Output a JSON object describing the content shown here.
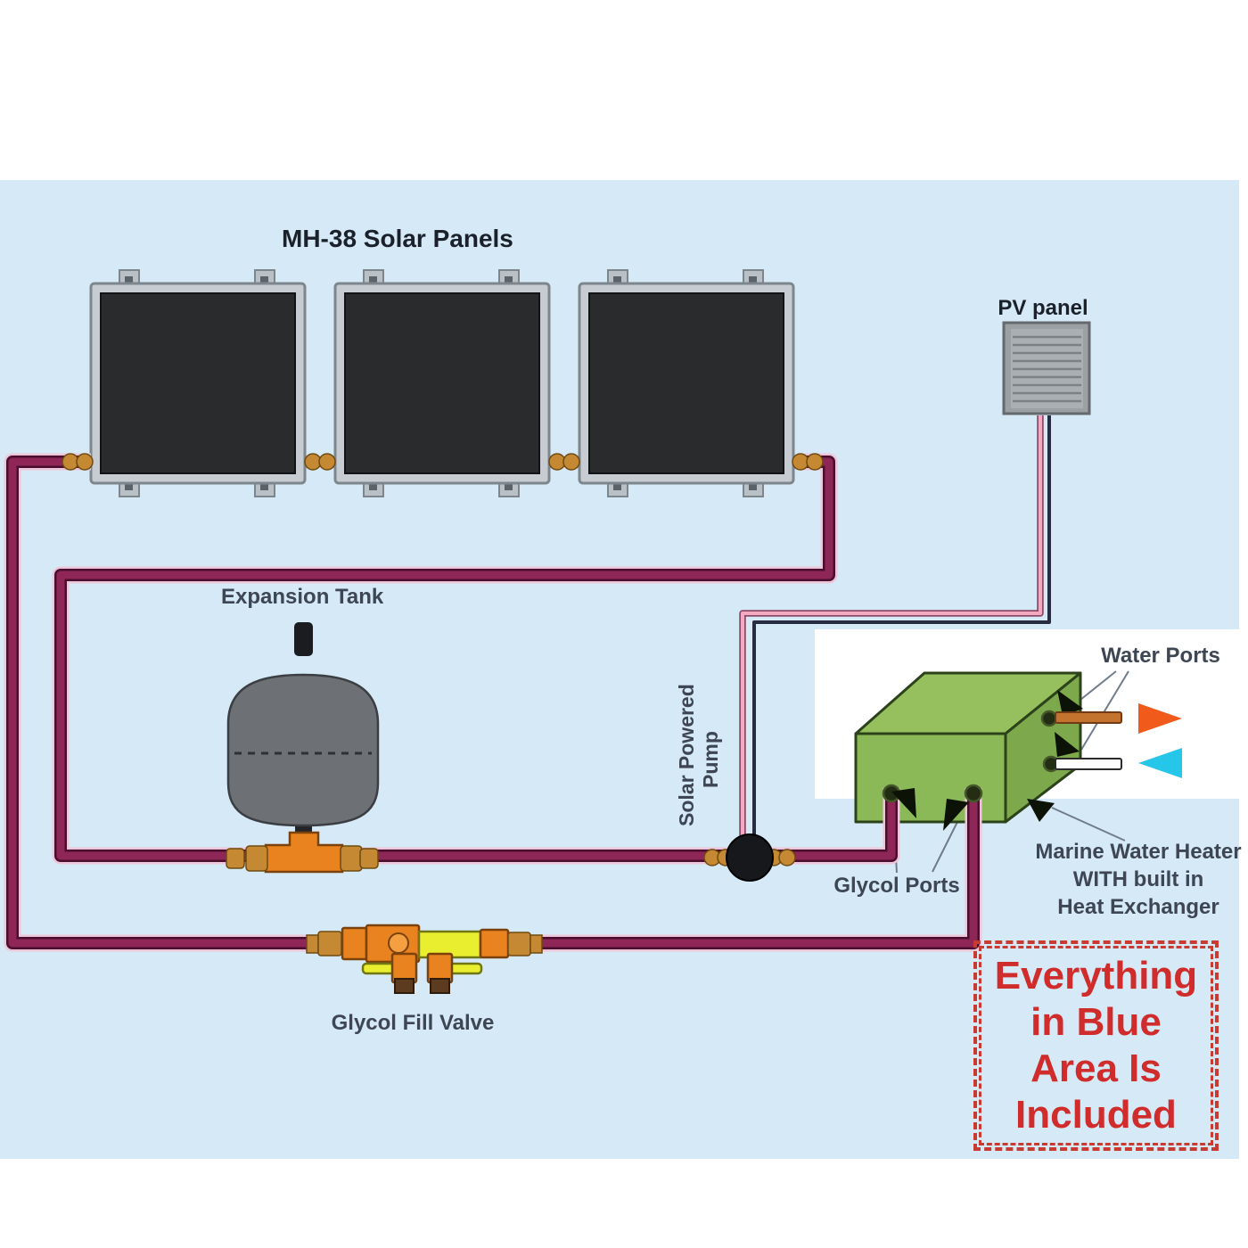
{
  "title": "MH-38 Solar Panels",
  "pv_panel": {
    "label": "PV panel"
  },
  "expansion_tank": {
    "label": "Expansion Tank"
  },
  "pump": {
    "label_line1": "Solar Powered",
    "label_line2": "Pump"
  },
  "heater": {
    "water_ports_label": "Water Ports",
    "glycol_ports_label": "Glycol Ports",
    "name_line1": "Marine Water Heater",
    "name_line2": "WITH built in",
    "name_line3": "Heat Exchanger"
  },
  "fill_valve": {
    "label": "Glycol Fill Valve"
  },
  "note": {
    "line1": "Everything",
    "line2": "in Blue",
    "line3": "Area Is",
    "line4": "Included"
  },
  "colors": {
    "blue_area": "#d6e9f7",
    "region_white": "#ffffff",
    "pipe_core": "#8e2657",
    "pipe_dark": "#4c0e2e",
    "pipe_halo": "#eec6da",
    "wire_pink": "#f4a8c2",
    "wire_pink_dark": "#8c4a66",
    "wire_black": "#272c40",
    "brass": "#c48932",
    "brass_dark": "#6e4a10",
    "orange": "#e8831f",
    "orange_dark": "#7c420c",
    "yellow": "#e9ef2f",
    "yellow_dark": "#707612",
    "tank_gray": "#6d7176",
    "tank_dark": "#3b3e42",
    "panel_frame": "#c6ccd2",
    "panel_frame_dark": "#7e868d",
    "panel_tab": "#b9c0c6",
    "panel_black": "#2a2b2d",
    "pv_gray": "#9aa0a4",
    "pv_dark": "#64696d",
    "pv_stripe": "#7b8185",
    "pump_black": "#17181b",
    "heater_top": "#96c05e",
    "heater_front": "#8bb958",
    "heater_side": "#7da84b",
    "heater_outline": "#2c421a",
    "port_dark": "#222d14",
    "port_ring": "#44582a",
    "black_arrow": "#0d1206",
    "copper": "#c4732f",
    "arrow_hot": "#f05a1a",
    "arrow_cold": "#26c6e8",
    "annotation": "#717c8c",
    "label_gray": "#3d4652",
    "title_dark": "#1b212b",
    "note_red": "#d02c2c",
    "note_border": "#c93a31"
  }
}
